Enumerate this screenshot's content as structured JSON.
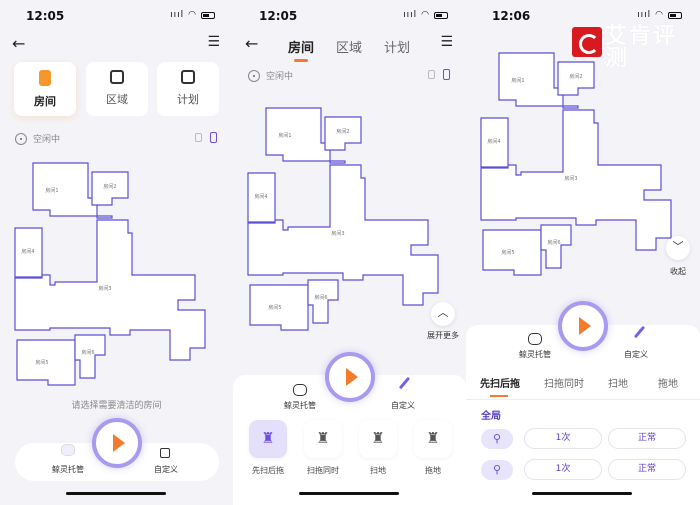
{
  "colors": {
    "accent": "#6b4fe0",
    "orange": "#f47a2c",
    "wall": "#5b4fd6",
    "bg": "#f4f4f8"
  },
  "rooms": [
    "房间1",
    "房间2",
    "房间3",
    "房间4",
    "房间5",
    "房间6"
  ],
  "screen1": {
    "time": "12:05",
    "signal": "ıııl",
    "cards": [
      {
        "label": "房间",
        "icon": "door-icon"
      },
      {
        "label": "区域",
        "icon": "area-icon"
      },
      {
        "label": "计划",
        "icon": "schedule-icon"
      }
    ],
    "status": "空闲中",
    "hint": "请选择需要清洁的房间",
    "smart_label": "鲸灵托管",
    "custom_label": "自定义"
  },
  "screen2": {
    "time": "12:05",
    "tabs": [
      "房间",
      "区域",
      "计划"
    ],
    "status": "空闲中",
    "expand_label": "展开更多",
    "smart_label": "鲸灵托管",
    "custom_label": "自定义",
    "modes": [
      "先扫后拖",
      "扫拖同时",
      "扫地",
      "拖地"
    ],
    "selected_mode": "先扫后拖"
  },
  "screen3": {
    "time": "12:06",
    "watermark": "艾肯评测",
    "collapse_label": "收起",
    "smart_label": "鲸灵托管",
    "custom_label": "自定义",
    "tabs": [
      "先扫后拖",
      "扫拖同时",
      "扫地",
      "拖地"
    ],
    "section": "全局",
    "rows": [
      {
        "icon": "sweep-icon",
        "times": "1次",
        "level": "正常"
      },
      {
        "icon": "mop-icon",
        "times": "1次",
        "level": "正常"
      }
    ]
  }
}
